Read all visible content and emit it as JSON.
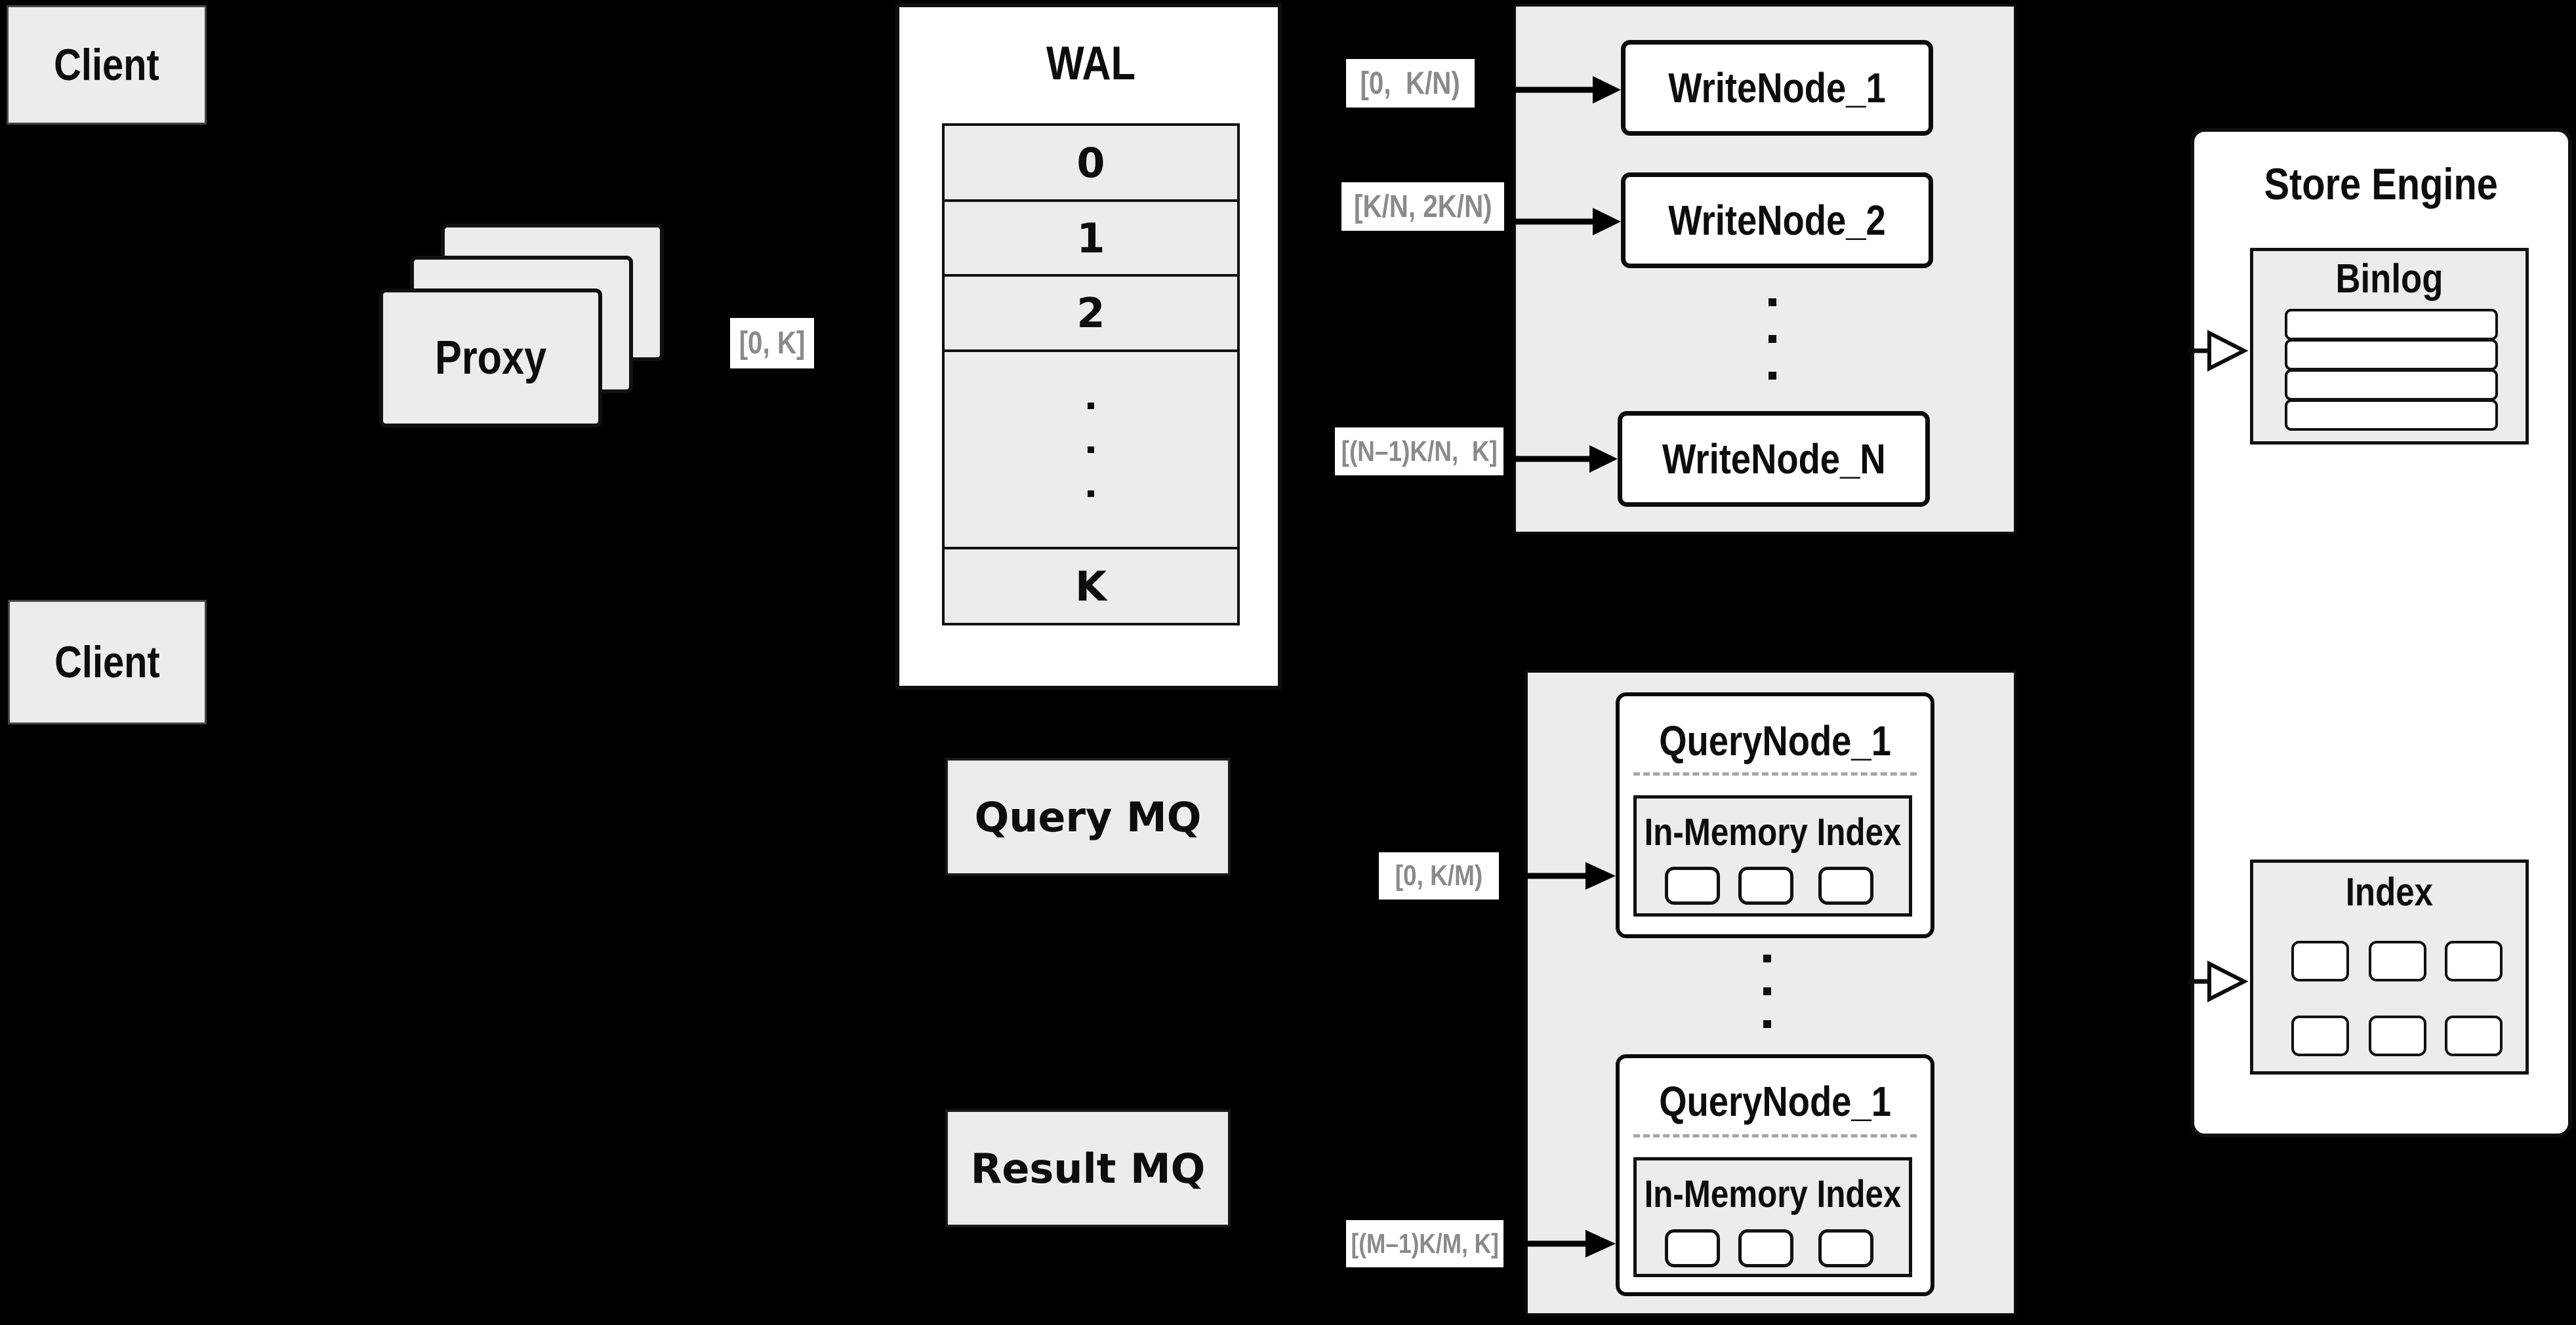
{
  "colors": {
    "background": "#000000",
    "panel_gray": "#ececec",
    "panel_white": "#ffffff",
    "line_black": "#0d0d0d",
    "range_label_text": "#8a8a8a",
    "dashed_divider": "#a6a6a6"
  },
  "clients": {
    "top": "Client",
    "bottom": "Client"
  },
  "proxy": {
    "label": "Proxy"
  },
  "wal": {
    "title": "WAL",
    "rows": [
      "0",
      "1",
      "2"
    ],
    "last_row": "K"
  },
  "range_labels": {
    "proxy_out": "[0, K]",
    "write_1": "[0,  K/N)",
    "write_2": "[K/N, 2K/N)",
    "write_n": "[(N–1)K/N,  K]",
    "query_first": "[0, K/M)",
    "query_last": "[(M–1)K/M, K]"
  },
  "write_nodes": {
    "node_1": "WriteNode_1",
    "node_2": "WriteNode_2",
    "node_n": "WriteNode_N"
  },
  "store_engine": {
    "title": "Store Engine",
    "binlog_title": "Binlog",
    "index_title": "Index"
  },
  "mq": {
    "query": "Query MQ",
    "result": "Result MQ"
  },
  "query_nodes": {
    "top_title": "QueryNode_1",
    "bottom_title": "QueryNode_1",
    "in_memory_label": "In-Memory Index"
  }
}
